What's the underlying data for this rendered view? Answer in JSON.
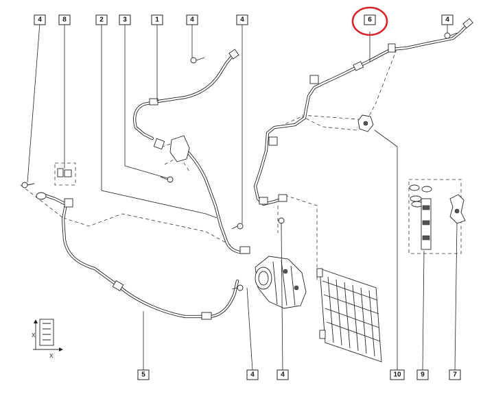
{
  "callouts": [
    {
      "id": "c-left4",
      "label": "4"
    },
    {
      "id": "c-8",
      "label": "8"
    },
    {
      "id": "c-2",
      "label": "2"
    },
    {
      "id": "c-3",
      "label": "3"
    },
    {
      "id": "c-1",
      "label": "1"
    },
    {
      "id": "c-top4",
      "label": "4"
    },
    {
      "id": "c-mid4",
      "label": "4"
    },
    {
      "id": "c-6",
      "label": "6"
    },
    {
      "id": "c-right4",
      "label": "4"
    },
    {
      "id": "c-5",
      "label": "5"
    },
    {
      "id": "c-bot4a",
      "label": "4"
    },
    {
      "id": "c-bot4b",
      "label": "4"
    },
    {
      "id": "c-10",
      "label": "10"
    },
    {
      "id": "c-9",
      "label": "9"
    },
    {
      "id": "c-7",
      "label": "7"
    }
  ],
  "axis_legend": {
    "x1": "X",
    "x2": "X"
  },
  "colors": {
    "line": "#222222",
    "highlight": "#d9232a",
    "background": "#ffffff"
  }
}
